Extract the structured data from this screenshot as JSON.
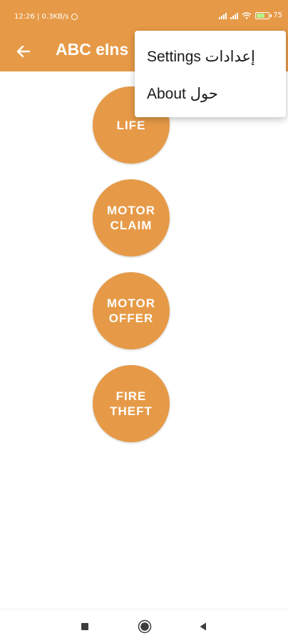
{
  "status_bar": {
    "time_speed": "12:26 | 0.3KB/s",
    "battery": "75"
  },
  "app_bar": {
    "title": "ABC eIns"
  },
  "buttons": [
    {
      "label": "LIFE"
    },
    {
      "label": "MOTOR\nCLAIM"
    },
    {
      "label": "MOTOR\nOFFER"
    },
    {
      "label": "FIRE\nTHEFT"
    }
  ],
  "menu": {
    "items": [
      {
        "label": "Settings  إعدادات"
      },
      {
        "label": "About  حول"
      }
    ]
  },
  "colors": {
    "accent": "#E69A47",
    "battery_fill": "#b7f28a"
  },
  "icons": {
    "back": "arrow-left-icon",
    "alarm": "alarm-icon",
    "signal": "signal-icon",
    "wifi": "wifi-icon",
    "battery": "battery-icon",
    "nav_recent": "square-icon",
    "nav_home": "circle-icon",
    "nav_back": "triangle-left-icon"
  }
}
